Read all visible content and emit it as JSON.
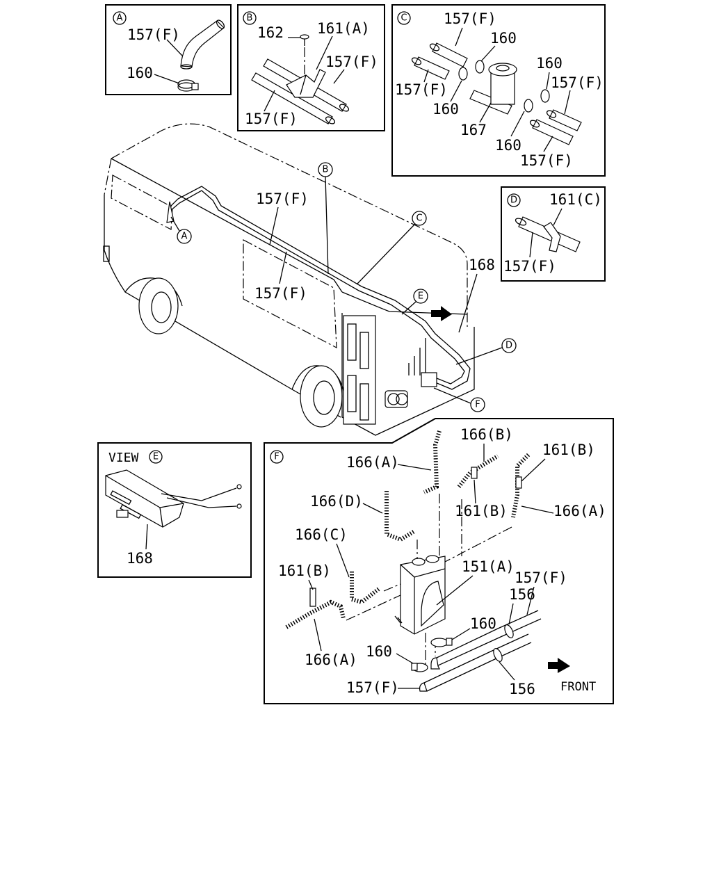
{
  "panels": {
    "A": {
      "marker": "A",
      "labels": {
        "hose": "157(F)",
        "clamp": "160"
      }
    },
    "B": {
      "marker": "B",
      "labels": {
        "screw": "162",
        "clip": "161(A)",
        "hose_upper": "157(F)",
        "hose_lower": "157(F)"
      }
    },
    "C": {
      "marker": "C",
      "labels": {
        "hose_top": "157(F)",
        "clamp_top": "160",
        "hose_left": "157(F)",
        "clamp_left": "160",
        "clamp_right": "160",
        "hose_right": "157(F)",
        "tee": "167",
        "clamp_bottom": "160",
        "hose_bottom": "157(F)"
      }
    },
    "D": {
      "marker": "D",
      "labels": {
        "clip": "161(C)",
        "hose": "157(F)"
      }
    },
    "E": {
      "view_word": "VIEW",
      "marker": "E",
      "labels": {
        "part": "168"
      }
    },
    "F": {
      "marker": "F",
      "labels": {
        "l1": "166(A)",
        "l2": "166(B)",
        "l3": "161(B)",
        "l4": "166(D)",
        "l5": "161(B)",
        "l6": "166(A)",
        "l7": "166(C)",
        "l8": "161(B)",
        "l9": "151(A)",
        "l10": "157(F)",
        "l11": "156",
        "l12": "160",
        "l13": "166(A)",
        "l14": "160",
        "l15": "157(F)",
        "l16": "156"
      },
      "front_text": "FRONT"
    }
  },
  "vehicle": {
    "callouts": {
      "A": "A",
      "B": "B",
      "C": "C",
      "D": "D",
      "E": "E",
      "F": "F"
    },
    "labels": {
      "hose_upper": "157(F)",
      "hose_lower": "157(F)",
      "part_168": "168"
    }
  }
}
